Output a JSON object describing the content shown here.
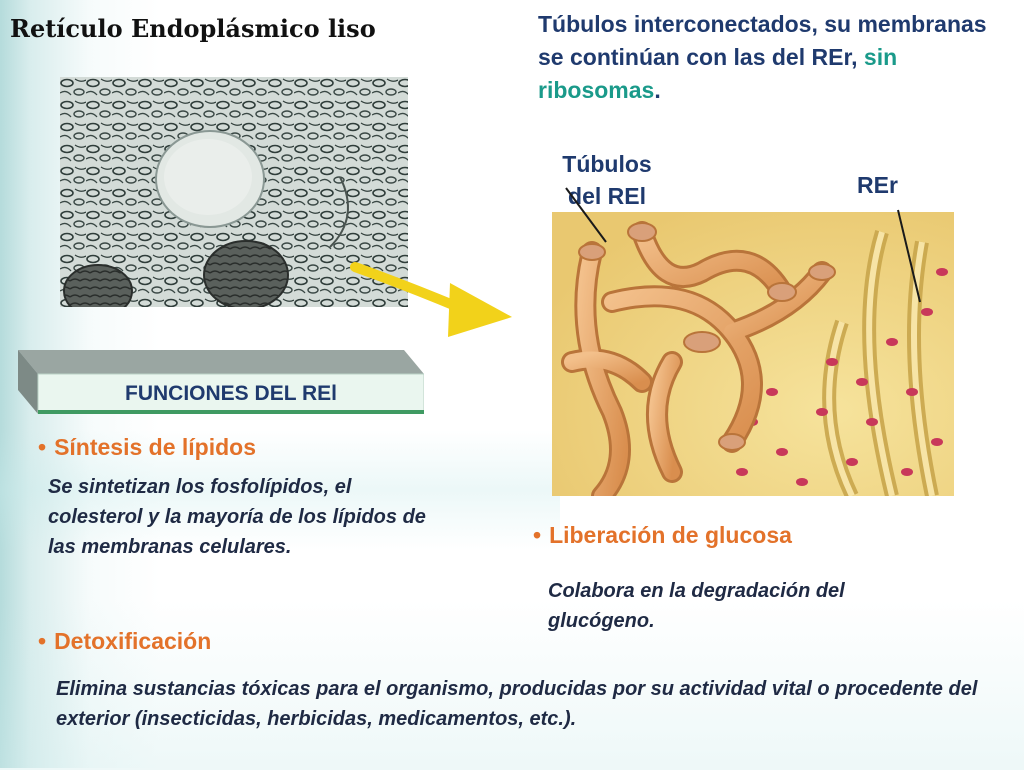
{
  "title": "Retículo Endoplásmico liso",
  "description": {
    "part1": "Túbulos interconectados, su membranas se continúan con las del REr, ",
    "highlight": "sin ribosomas",
    "end": "."
  },
  "labels": {
    "tubulos_line1": "Túbulos",
    "tubulos_line2": "del REl",
    "rer": "REr"
  },
  "banner": {
    "text": "FUNCIONES DEL REl"
  },
  "functions": [
    {
      "heading": "Síntesis de lípidos",
      "body": "Se sintetizan los fosfolípidos, el colesterol y la mayoría de los lípidos de las membranas celulares."
    },
    {
      "heading": "Detoxificación",
      "body": "Elimina sustancias tóxicas para el organismo, producidas por su actividad vital o procedente del exterior (insecticidas, herbicidas, medicamentos, etc.)."
    },
    {
      "heading": "Liberación de glucosa",
      "body": "Colabora en la degradación del glucógeno."
    }
  ],
  "bullet_char": "•",
  "colors": {
    "heading_orange": "#e3722a",
    "text_navy": "#1f3a6e",
    "highlight_teal": "#1a9a8a",
    "arrow_yellow": "#f2d21a",
    "tubule_orange": "#e9a668",
    "cytoplasm_yellow": "#f3dc8a",
    "ribosome_pink": "#c8385a"
  }
}
